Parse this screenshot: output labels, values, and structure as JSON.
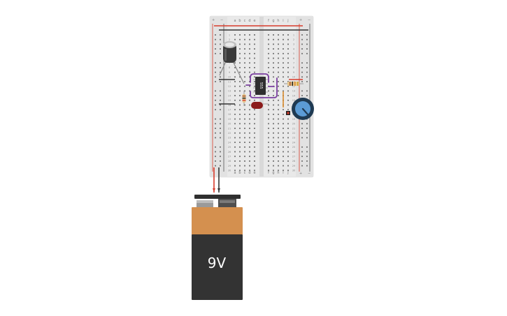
{
  "breadboard": {
    "column_letters_left": [
      "a",
      "b",
      "c",
      "d",
      "e"
    ],
    "column_letters_right": [
      "f",
      "g",
      "h",
      "i",
      "j"
    ],
    "rail_plus": "+",
    "rail_minus": "−",
    "row_count": 30
  },
  "components": {
    "ic_label": "555",
    "battery_label": "9V"
  },
  "colors": {
    "board": "#e8e8e8",
    "rail_red": "#d83b2b",
    "rail_dark": "#333333",
    "wire_purple": "#7b3fa0",
    "wire_orange": "#d88a2a",
    "battery_top": "#d4904f",
    "battery_body": "#333333",
    "led_red": "#8b1c1c",
    "pot_blue": "#5b9bd5"
  }
}
